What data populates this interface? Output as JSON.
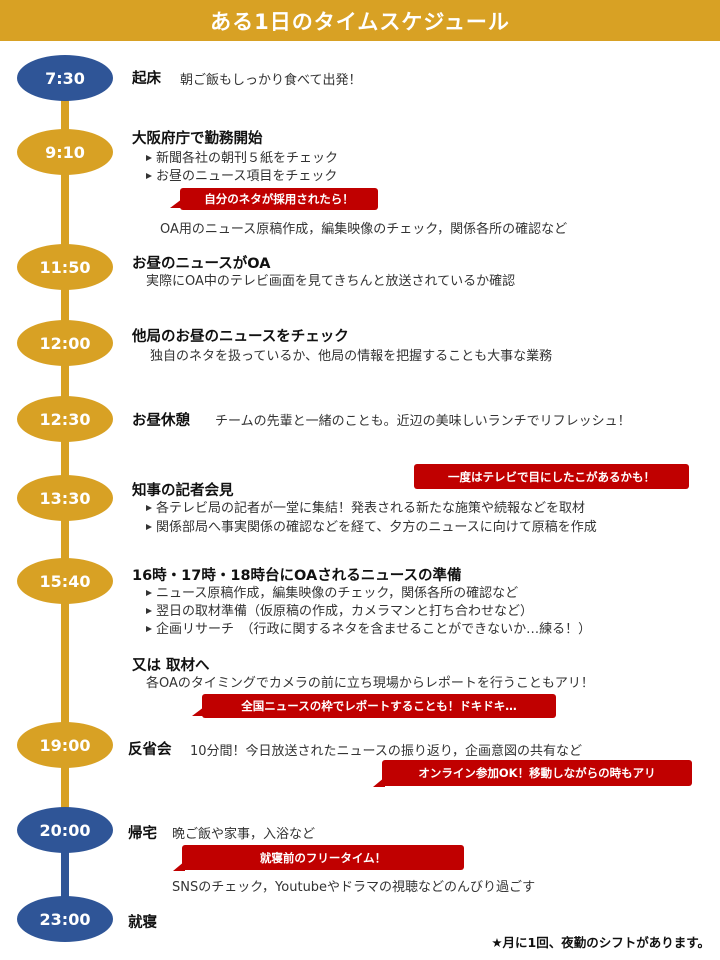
{
  "header": {
    "title": "ある1日のタイムスケジュール"
  },
  "schedule": [
    {
      "time": "7:30",
      "title": "起床",
      "desc": "朝ご飯もしっかり食べて出発！"
    },
    {
      "time": "9:10",
      "title": "大阪府庁で勤務開始",
      "bullets": [
        "新聞各社の朝刊５紙をチェック",
        "お昼のニュース項目をチェック"
      ],
      "callout": "自分のネタが採用されたら！",
      "desc": "OA用のニュース原稿作成，編集映像のチェック，関係各所の確認など"
    },
    {
      "time": "11:50",
      "title": "お昼のニュースがOA",
      "desc": "実際にOA中のテレビ画面を見てきちんと放送されているか確認"
    },
    {
      "time": "12:00",
      "title": "他局のお昼のニュースをチェック",
      "desc": "独自のネタを扱っているか、他局の情報を把握することも大事な業務"
    },
    {
      "time": "12:30",
      "title": "お昼休憩",
      "desc": "チームの先輩と一緒のことも。近辺の美味しいランチでリフレッシュ！"
    },
    {
      "time": "13:30",
      "title": "知事の記者会見",
      "callout": "一度はテレビで目にしたこがあるかも！",
      "bullets": [
        "各テレビ局の記者が一堂に集結！発表される新たな施策や続報などを取材",
        "関係部局へ事実関係の確認などを経て、夕方のニュースに向けて原稿を作成"
      ]
    },
    {
      "time": "15:40",
      "title": "16時・17時・18時台にOAされるニュースの準備",
      "bullets": [
        "ニュース原稿作成，編集映像のチェック，関係各所の確認など",
        "翌日の取材準備（仮原稿の作成，カメラマンと打ち合わせなど）",
        "企画リサーチ　（行政に関するネタを含ませることができないか…練る！）"
      ],
      "alt_title": "又は 取材へ",
      "alt_desc": "各OAのタイミングでカメラの前に立ち現場からレポートを行うこともアリ！",
      "callout": "全国ニュースの枠でレポートすることも！ドキドキ…"
    },
    {
      "time": "19:00",
      "title": "反省会",
      "desc": "10分間！今日放送されたニュースの振り返り，企画意図の共有など",
      "callout": "オンライン参加OK！移動しながらの時もアリ"
    },
    {
      "time": "20:00",
      "title": "帰宅",
      "desc": "晩ご飯や家事，入浴など",
      "callout": "就寝前のフリータイム！",
      "desc2": "SNSのチェック，Youtubeやドラマの視聴などのんびり過ごす"
    },
    {
      "time": "23:00",
      "title": "就寝"
    }
  ],
  "footnote": "★月に1回、夜勤のシフトがあります。",
  "colors": {
    "gold": "#d8a124",
    "blue": "#2f5597",
    "red": "#c00000"
  }
}
